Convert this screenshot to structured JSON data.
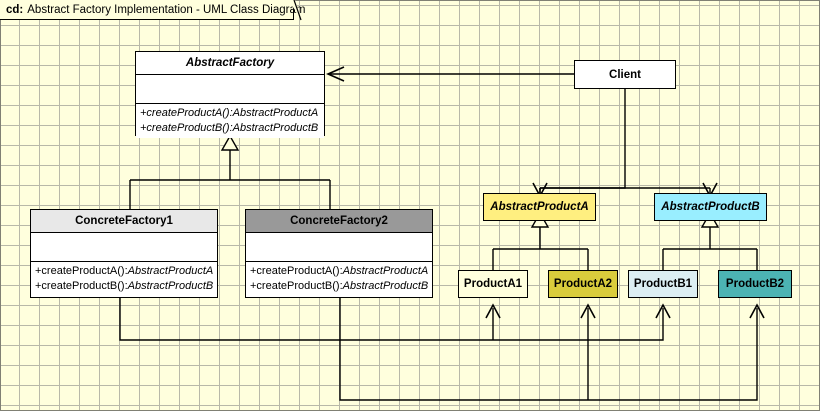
{
  "diagram": {
    "tab_prefix": "cd:",
    "title": "Abstract Factory Implementation - UML Class Diagram",
    "background_color": "#ffffdd",
    "grid_color": "#b8b8a8",
    "line_color": "#000000"
  },
  "classes": {
    "abstract_factory": {
      "name": "AbstractFactory",
      "is_abstract": true,
      "header_color": "#ffffff",
      "operations": [
        "+createProductA():AbstractProductA",
        "+createProductB():AbstractProductB"
      ]
    },
    "concrete_factory_1": {
      "name": "ConcreteFactory1",
      "is_abstract": false,
      "header_color": "#e8e8e8",
      "operations": [
        {
          "signature": "+createProductA():",
          "return_type": "AbstractProductA"
        },
        {
          "signature": "+createProductB():",
          "return_type": "AbstractProductB"
        }
      ]
    },
    "concrete_factory_2": {
      "name": "ConcreteFactory2",
      "is_abstract": false,
      "header_color": "#999999",
      "operations": [
        {
          "signature": "+createProductA():",
          "return_type": "AbstractProductA"
        },
        {
          "signature": "+createProductB():",
          "return_type": "AbstractProductB"
        }
      ]
    },
    "client": {
      "name": "Client",
      "is_abstract": false,
      "fill_color": "#ffffff"
    },
    "abstract_product_a": {
      "name": "AbstractProductA",
      "is_abstract": true,
      "fill_color": "#ffef80"
    },
    "abstract_product_b": {
      "name": "AbstractProductB",
      "is_abstract": true,
      "fill_color": "#99eeff"
    },
    "product_a1": {
      "name": "ProductA1",
      "is_abstract": false,
      "fill_color": "#ffffdd"
    },
    "product_a2": {
      "name": "ProductA2",
      "is_abstract": false,
      "fill_color": "#d9cc3c"
    },
    "product_b1": {
      "name": "ProductB1",
      "is_abstract": false,
      "fill_color": "#dceef2"
    },
    "product_b2": {
      "name": "ProductB2",
      "is_abstract": false,
      "fill_color": "#4cb3b3"
    }
  },
  "relationships": [
    {
      "type": "generalization",
      "from": "ConcreteFactory1",
      "to": "AbstractFactory"
    },
    {
      "type": "generalization",
      "from": "ConcreteFactory2",
      "to": "AbstractFactory"
    },
    {
      "type": "dependency",
      "from": "Client",
      "to": "AbstractFactory"
    },
    {
      "type": "dependency",
      "from": "Client",
      "to": "AbstractProductA"
    },
    {
      "type": "dependency",
      "from": "Client",
      "to": "AbstractProductB"
    },
    {
      "type": "generalization",
      "from": "ProductA1",
      "to": "AbstractProductA"
    },
    {
      "type": "generalization",
      "from": "ProductA2",
      "to": "AbstractProductA"
    },
    {
      "type": "generalization",
      "from": "ProductB1",
      "to": "AbstractProductB"
    },
    {
      "type": "generalization",
      "from": "ProductB2",
      "to": "AbstractProductB"
    },
    {
      "type": "dependency",
      "from": "ConcreteFactory1",
      "to": "ProductA1"
    },
    {
      "type": "dependency",
      "from": "ConcreteFactory1",
      "to": "ProductB1"
    },
    {
      "type": "dependency",
      "from": "ConcreteFactory2",
      "to": "ProductA2"
    },
    {
      "type": "dependency",
      "from": "ConcreteFactory2",
      "to": "ProductB2"
    }
  ]
}
